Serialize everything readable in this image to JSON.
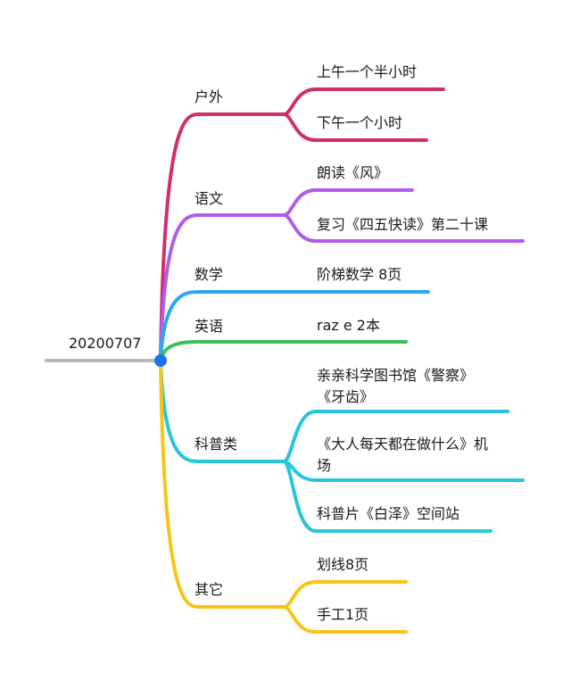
{
  "root": {
    "label": "20200707",
    "color": "#b8b8b8",
    "dot_color": "#1a73e8"
  },
  "branches": [
    {
      "id": "outdoor",
      "label": "户外",
      "color": "#d12f6a",
      "leaves": [
        {
          "lines": [
            "上午一个半小时"
          ]
        },
        {
          "lines": [
            "下午一个小时"
          ]
        }
      ]
    },
    {
      "id": "chinese",
      "label": "语文",
      "color": "#b25de6",
      "leaves": [
        {
          "lines": [
            "朗读《风》"
          ]
        },
        {
          "lines": [
            "复习《四五快读》第二十课"
          ]
        }
      ]
    },
    {
      "id": "math",
      "label": "数学",
      "color": "#2aa7f0",
      "leaves": [
        {
          "lines": [
            "阶梯数学 8页"
          ]
        }
      ]
    },
    {
      "id": "english",
      "label": "英语",
      "color": "#3fbe5c",
      "leaves": [
        {
          "lines": [
            "raz e 2本"
          ]
        }
      ]
    },
    {
      "id": "science",
      "label": "科普类",
      "color": "#27c6d8",
      "leaves": [
        {
          "lines": [
            "亲亲科学图书馆《警察》",
            "《牙齿》"
          ]
        },
        {
          "lines": [
            "《大人每天都在做什么》机",
            "场"
          ]
        },
        {
          "lines": [
            "科普片《白泽》空间站"
          ]
        }
      ]
    },
    {
      "id": "other",
      "label": "其它",
      "color": "#f5c518",
      "leaves": [
        {
          "lines": [
            "划线8页"
          ]
        },
        {
          "lines": [
            "手工1页"
          ]
        }
      ]
    }
  ]
}
